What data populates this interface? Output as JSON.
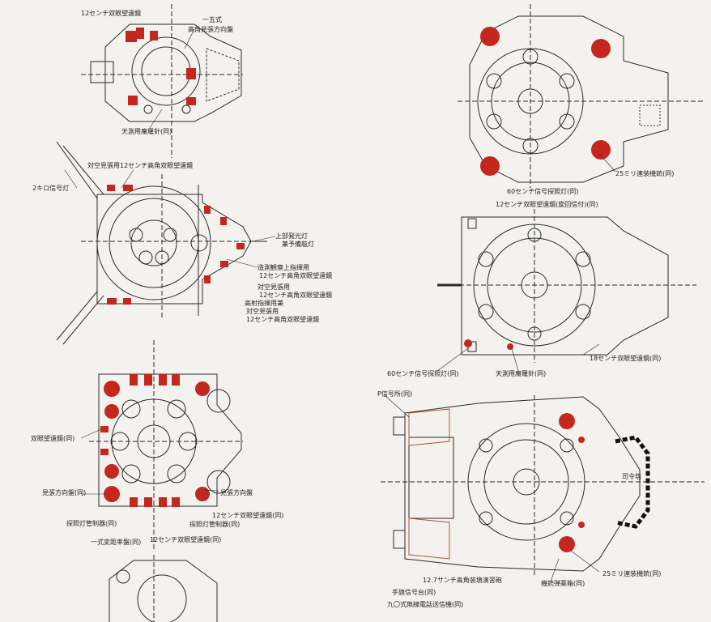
{
  "colors": {
    "paper": "#f4f2ee",
    "ink": "#2a2a2a",
    "red": "#c4271e"
  },
  "labels": {
    "a1": "12センチ双眼望遠鏡",
    "a2": "一五式",
    "a3": "高角見張方向盤",
    "a4": "天測用魔羅針(同)",
    "b1": "対空見張用12センチ高角双眼望遠鏡",
    "b2": "2キロ信号灯",
    "b3": "上部発光灯",
    "b4": "兼予備舷灯",
    "b5": "造測観察上指揮用",
    "b6": "12センチ高角双眼望遠鏡",
    "b7": "対空見張用",
    "b8": "12センチ高角双眼望遠鏡",
    "b9": "高射指揮用兼",
    "b10": "対空見張用",
    "b11": "12センチ高角双眼望遠鏡",
    "c1": "双眼望遠鏡(同)",
    "c2": "見張方向盤(同)",
    "c3": "見張方向盤",
    "c4": "12センチ双眼望遠鏡(同)",
    "c5": "探照灯管制器(同)",
    "c6": "探照灯管制器(同)",
    "c7": "一式変距率盤(同)",
    "c8": "12センチ双眼望遠鏡(同)",
    "d1": "25ミリ連装機銃(同)",
    "d2": "60センチ信号探照灯(同)",
    "e1": "12センチ双眼望遠鏡(旋回信付)(同)",
    "e2": "60センチ信号探照灯(同)",
    "e3": "天測用魔羅針(同)",
    "e4": "18センチ双眼望遠鏡(同)",
    "f1": "P信号所(同)",
    "f2": "司令塔",
    "f3": "12.7サンチ高角装填演習砲",
    "f4": "手旗信号台(同)",
    "f5": "九〇式無線電話送信機(同)",
    "f6": "機銃弾薬箱(同)",
    "f7": "25ミリ連装機銃(同)"
  }
}
